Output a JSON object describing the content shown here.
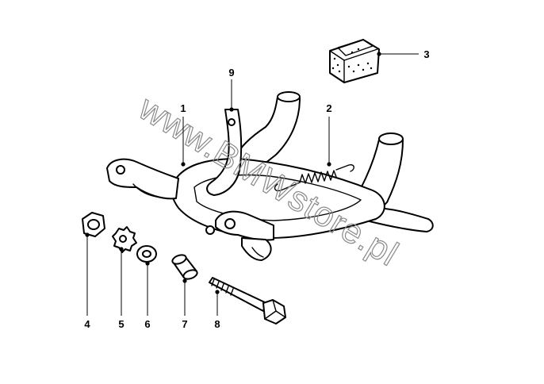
{
  "watermark": "www.BMWstore.pl",
  "callouts": [
    "1",
    "2",
    "3",
    "4",
    "5",
    "6",
    "7",
    "8",
    "9"
  ],
  "colors": {
    "line": "#000000",
    "background": "#ffffff",
    "watermark": "#8a8a8a"
  }
}
